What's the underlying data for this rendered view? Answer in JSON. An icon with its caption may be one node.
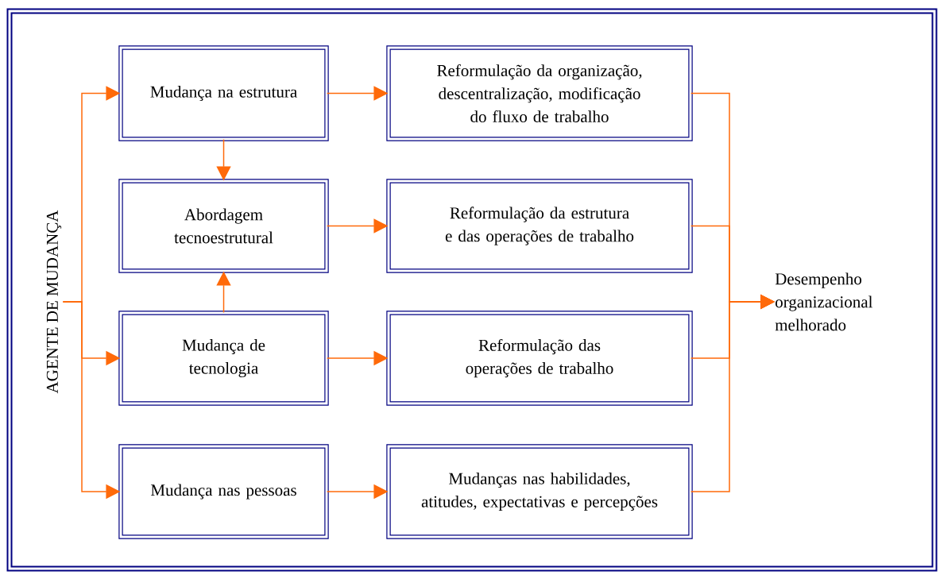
{
  "diagram": {
    "nodes": [
      {
        "text": [
          "AGENTE DE MUDANÇA"
        ]
      },
      {
        "text": [
          "Mudança na estrutura"
        ]
      },
      {
        "text": [
          "Abordagem tecnoestrutural"
        ]
      },
      {
        "text": [
          "Mudança de tecnologia"
        ]
      },
      {
        "text": [
          "Mudança nas pessoas"
        ]
      },
      {
        "text": [
          "Reformulação da organização, descentralização, modificação do fluxo de trabalho"
        ]
      },
      {
        "text": [
          "Reformulação da estrutura e das operações de trabalho"
        ]
      },
      {
        "text": [
          "Reformulação das operações de trabalho"
        ]
      },
      {
        "text": [
          "Mudanças nas habilidades, atitudes, expectativas e percepções"
        ]
      },
      {
        "text": [
          "Desempenho organizacional melhorado"
        ]
      }
    ],
    "edges": [
      {
        "from": 0,
        "to": 1,
        "arrow": "to"
      },
      {
        "from": 0,
        "to": 3,
        "arrow": "to"
      },
      {
        "from": 0,
        "to": 4,
        "arrow": "to"
      },
      {
        "from": 1,
        "to": 2,
        "arrow": "to"
      },
      {
        "from": 3,
        "to": 2,
        "arrow": "to"
      },
      {
        "from": 1,
        "to": 5,
        "arrow": "to"
      },
      {
        "from": 2,
        "to": 6,
        "arrow": "to"
      },
      {
        "from": 3,
        "to": 7,
        "arrow": "to"
      },
      {
        "from": 4,
        "to": 8,
        "arrow": "to"
      },
      {
        "from": 5,
        "to": 9,
        "arrow": "to"
      },
      {
        "from": 6,
        "to": 9,
        "arrow": "to"
      },
      {
        "from": 7,
        "to": 9,
        "arrow": "to"
      },
      {
        "from": 8,
        "to": 9,
        "arrow": "to"
      }
    ]
  }
}
